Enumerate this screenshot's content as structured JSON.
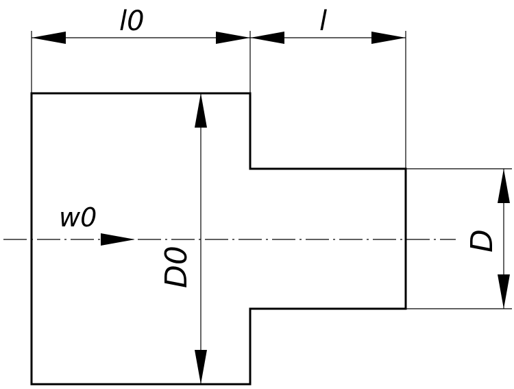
{
  "labels": {
    "l0": "l0",
    "l": "l",
    "w0": "w0",
    "D0": "D0",
    "D": "D"
  }
}
